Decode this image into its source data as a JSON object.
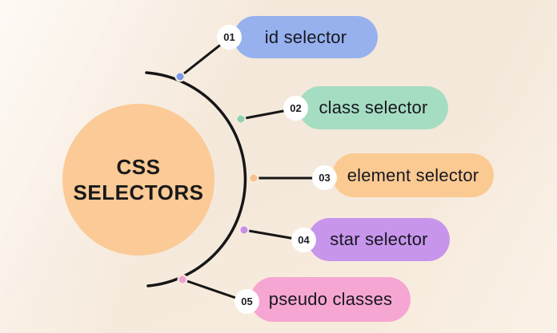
{
  "title": {
    "line1": "CSS",
    "line2": "SELECTORS"
  },
  "items": [
    {
      "number": "01",
      "label": "id selector",
      "pill_color": "#96b1ee",
      "dot_color": "#7d9ae8"
    },
    {
      "number": "02",
      "label": "class selector",
      "pill_color": "#a5ddc2",
      "dot_color": "#8fd2b2"
    },
    {
      "number": "03",
      "label": "element selector",
      "pill_color": "#fbca92",
      "dot_color": "#f6c290"
    },
    {
      "number": "04",
      "label": "star selector",
      "pill_color": "#c795ec",
      "dot_color": "#c68fe9"
    },
    {
      "number": "05",
      "label": "pseudo classes",
      "pill_color": "#f6a6d2",
      "dot_color": "#f09fd1"
    }
  ],
  "colors": {
    "background": "#f7ebdd",
    "center_circle": "#fbca96",
    "wire": "#161616",
    "number_badge_bg": "#ffffff",
    "text": "#17171f"
  }
}
